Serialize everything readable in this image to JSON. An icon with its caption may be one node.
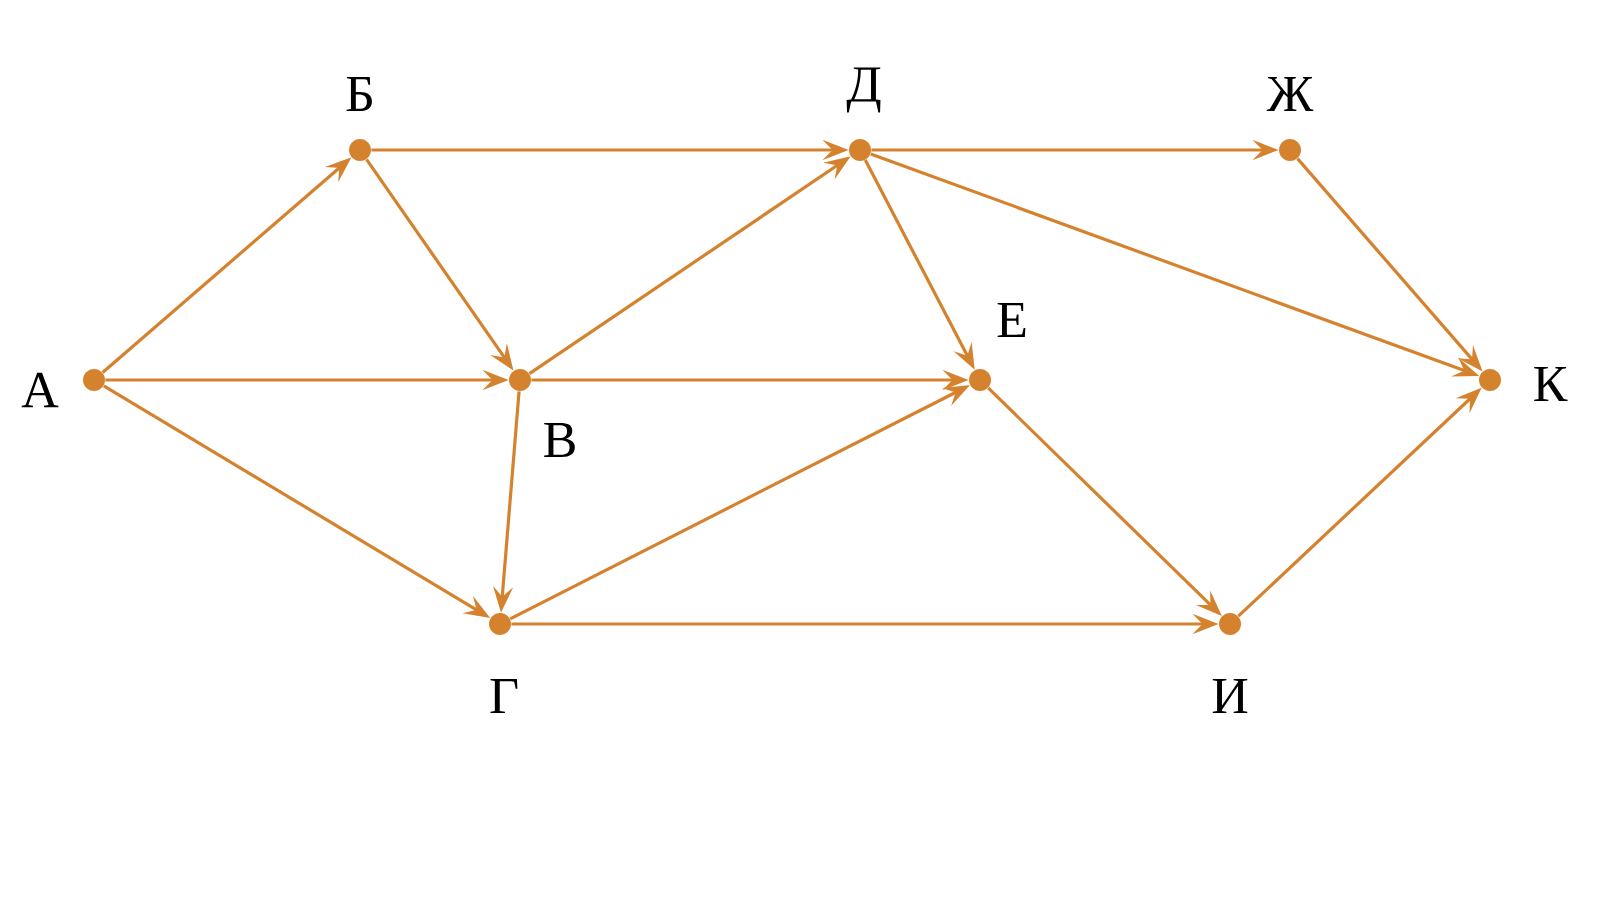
{
  "diagram": {
    "nodes": [
      {
        "text": [],
        "shape": "circle",
        "beside": [
          "А"
        ]
      },
      {
        "text": [],
        "shape": "circle",
        "beside": [
          "Б"
        ]
      },
      {
        "text": [],
        "shape": "circle",
        "beside": [
          "В"
        ]
      },
      {
        "text": [],
        "shape": "circle",
        "beside": [
          "Г"
        ]
      },
      {
        "text": [],
        "shape": "circle",
        "beside": [
          "Д"
        ]
      },
      {
        "text": [],
        "shape": "circle",
        "beside": [
          "Е"
        ]
      },
      {
        "text": [],
        "shape": "circle",
        "beside": [
          "Ж"
        ]
      },
      {
        "text": [],
        "shape": "circle",
        "beside": [
          "И"
        ]
      },
      {
        "text": [],
        "shape": "circle",
        "beside": [
          "К"
        ]
      }
    ],
    "edges": [
      {
        "from": 0,
        "to": 1,
        "arrow": "to"
      },
      {
        "from": 0,
        "to": 2,
        "arrow": "to"
      },
      {
        "from": 0,
        "to": 3,
        "arrow": "to"
      },
      {
        "from": 1,
        "to": 2,
        "arrow": "to"
      },
      {
        "from": 1,
        "to": 4,
        "arrow": "to"
      },
      {
        "from": 2,
        "to": 4,
        "arrow": "to"
      },
      {
        "from": 2,
        "to": 5,
        "arrow": "to"
      },
      {
        "from": 2,
        "to": 3,
        "arrow": "to"
      },
      {
        "from": 3,
        "to": 5,
        "arrow": "to"
      },
      {
        "from": 3,
        "to": 7,
        "arrow": "to"
      },
      {
        "from": 4,
        "to": 6,
        "arrow": "to"
      },
      {
        "from": 4,
        "to": 5,
        "arrow": "to"
      },
      {
        "from": 4,
        "to": 8,
        "arrow": "to"
      },
      {
        "from": 5,
        "to": 7,
        "arrow": "to"
      },
      {
        "from": 6,
        "to": 8,
        "arrow": "to"
      },
      {
        "from": 7,
        "to": 8,
        "arrow": "to"
      }
    ]
  }
}
